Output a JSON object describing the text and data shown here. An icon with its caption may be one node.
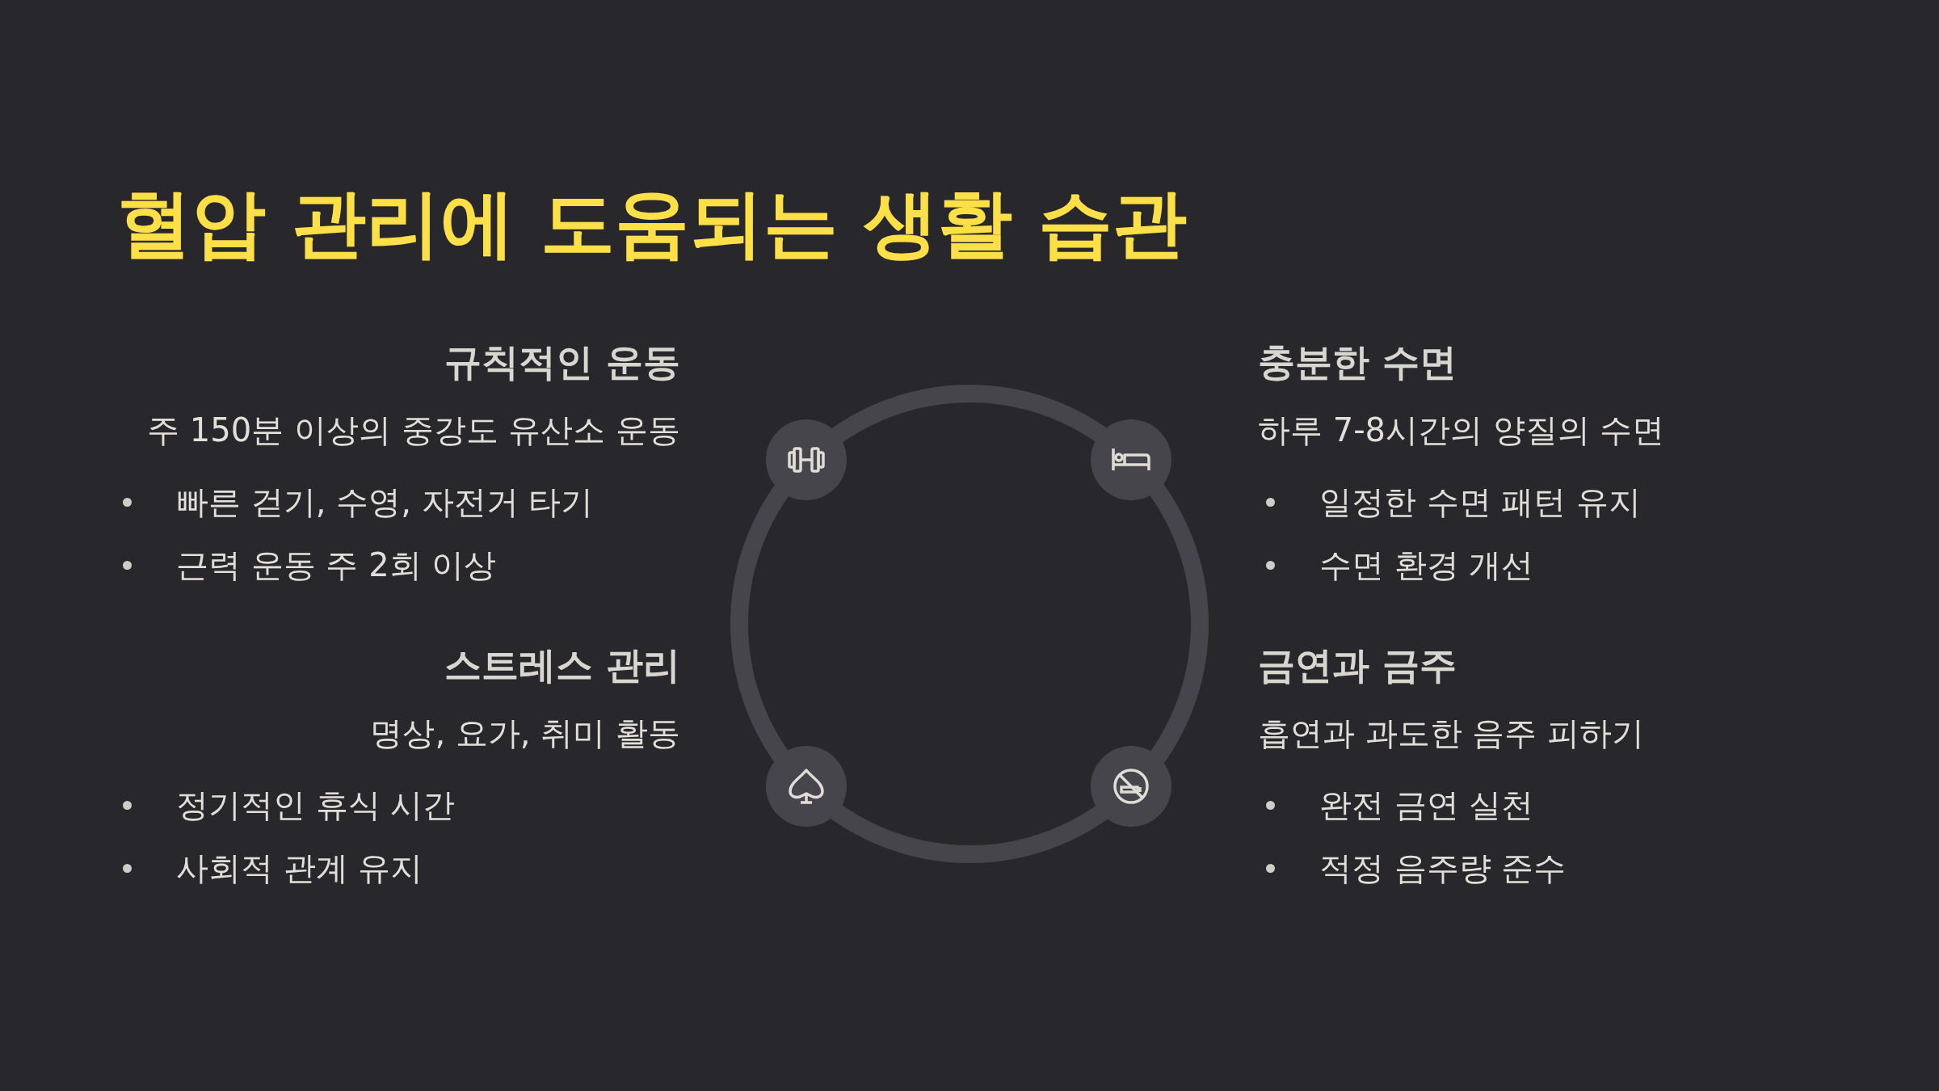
{
  "diagram": {
    "title": "혈압 관리에 도움되는 생활 습관",
    "labels": [
      "규칙적인 운동",
      "주 150분 이상의 중강도 유산소 운동",
      "빠른 걷기, 수영, 자전거 타기",
      "근력 운동 주 2회 이상",
      "충분한 수면",
      "하루 7-8시간의 양질의 수면",
      "일정한 수면 패턴 유지",
      "수면 환경 개선",
      "스트레스 관리",
      "명상, 요가, 취미 활동",
      "정기적인 휴식 시간",
      "사회적 관계 유지",
      "금연과 금주",
      "흡연과 과도한 음주 피하기",
      "완전 금연 실천",
      "적정 음주량 준수"
    ]
  }
}
